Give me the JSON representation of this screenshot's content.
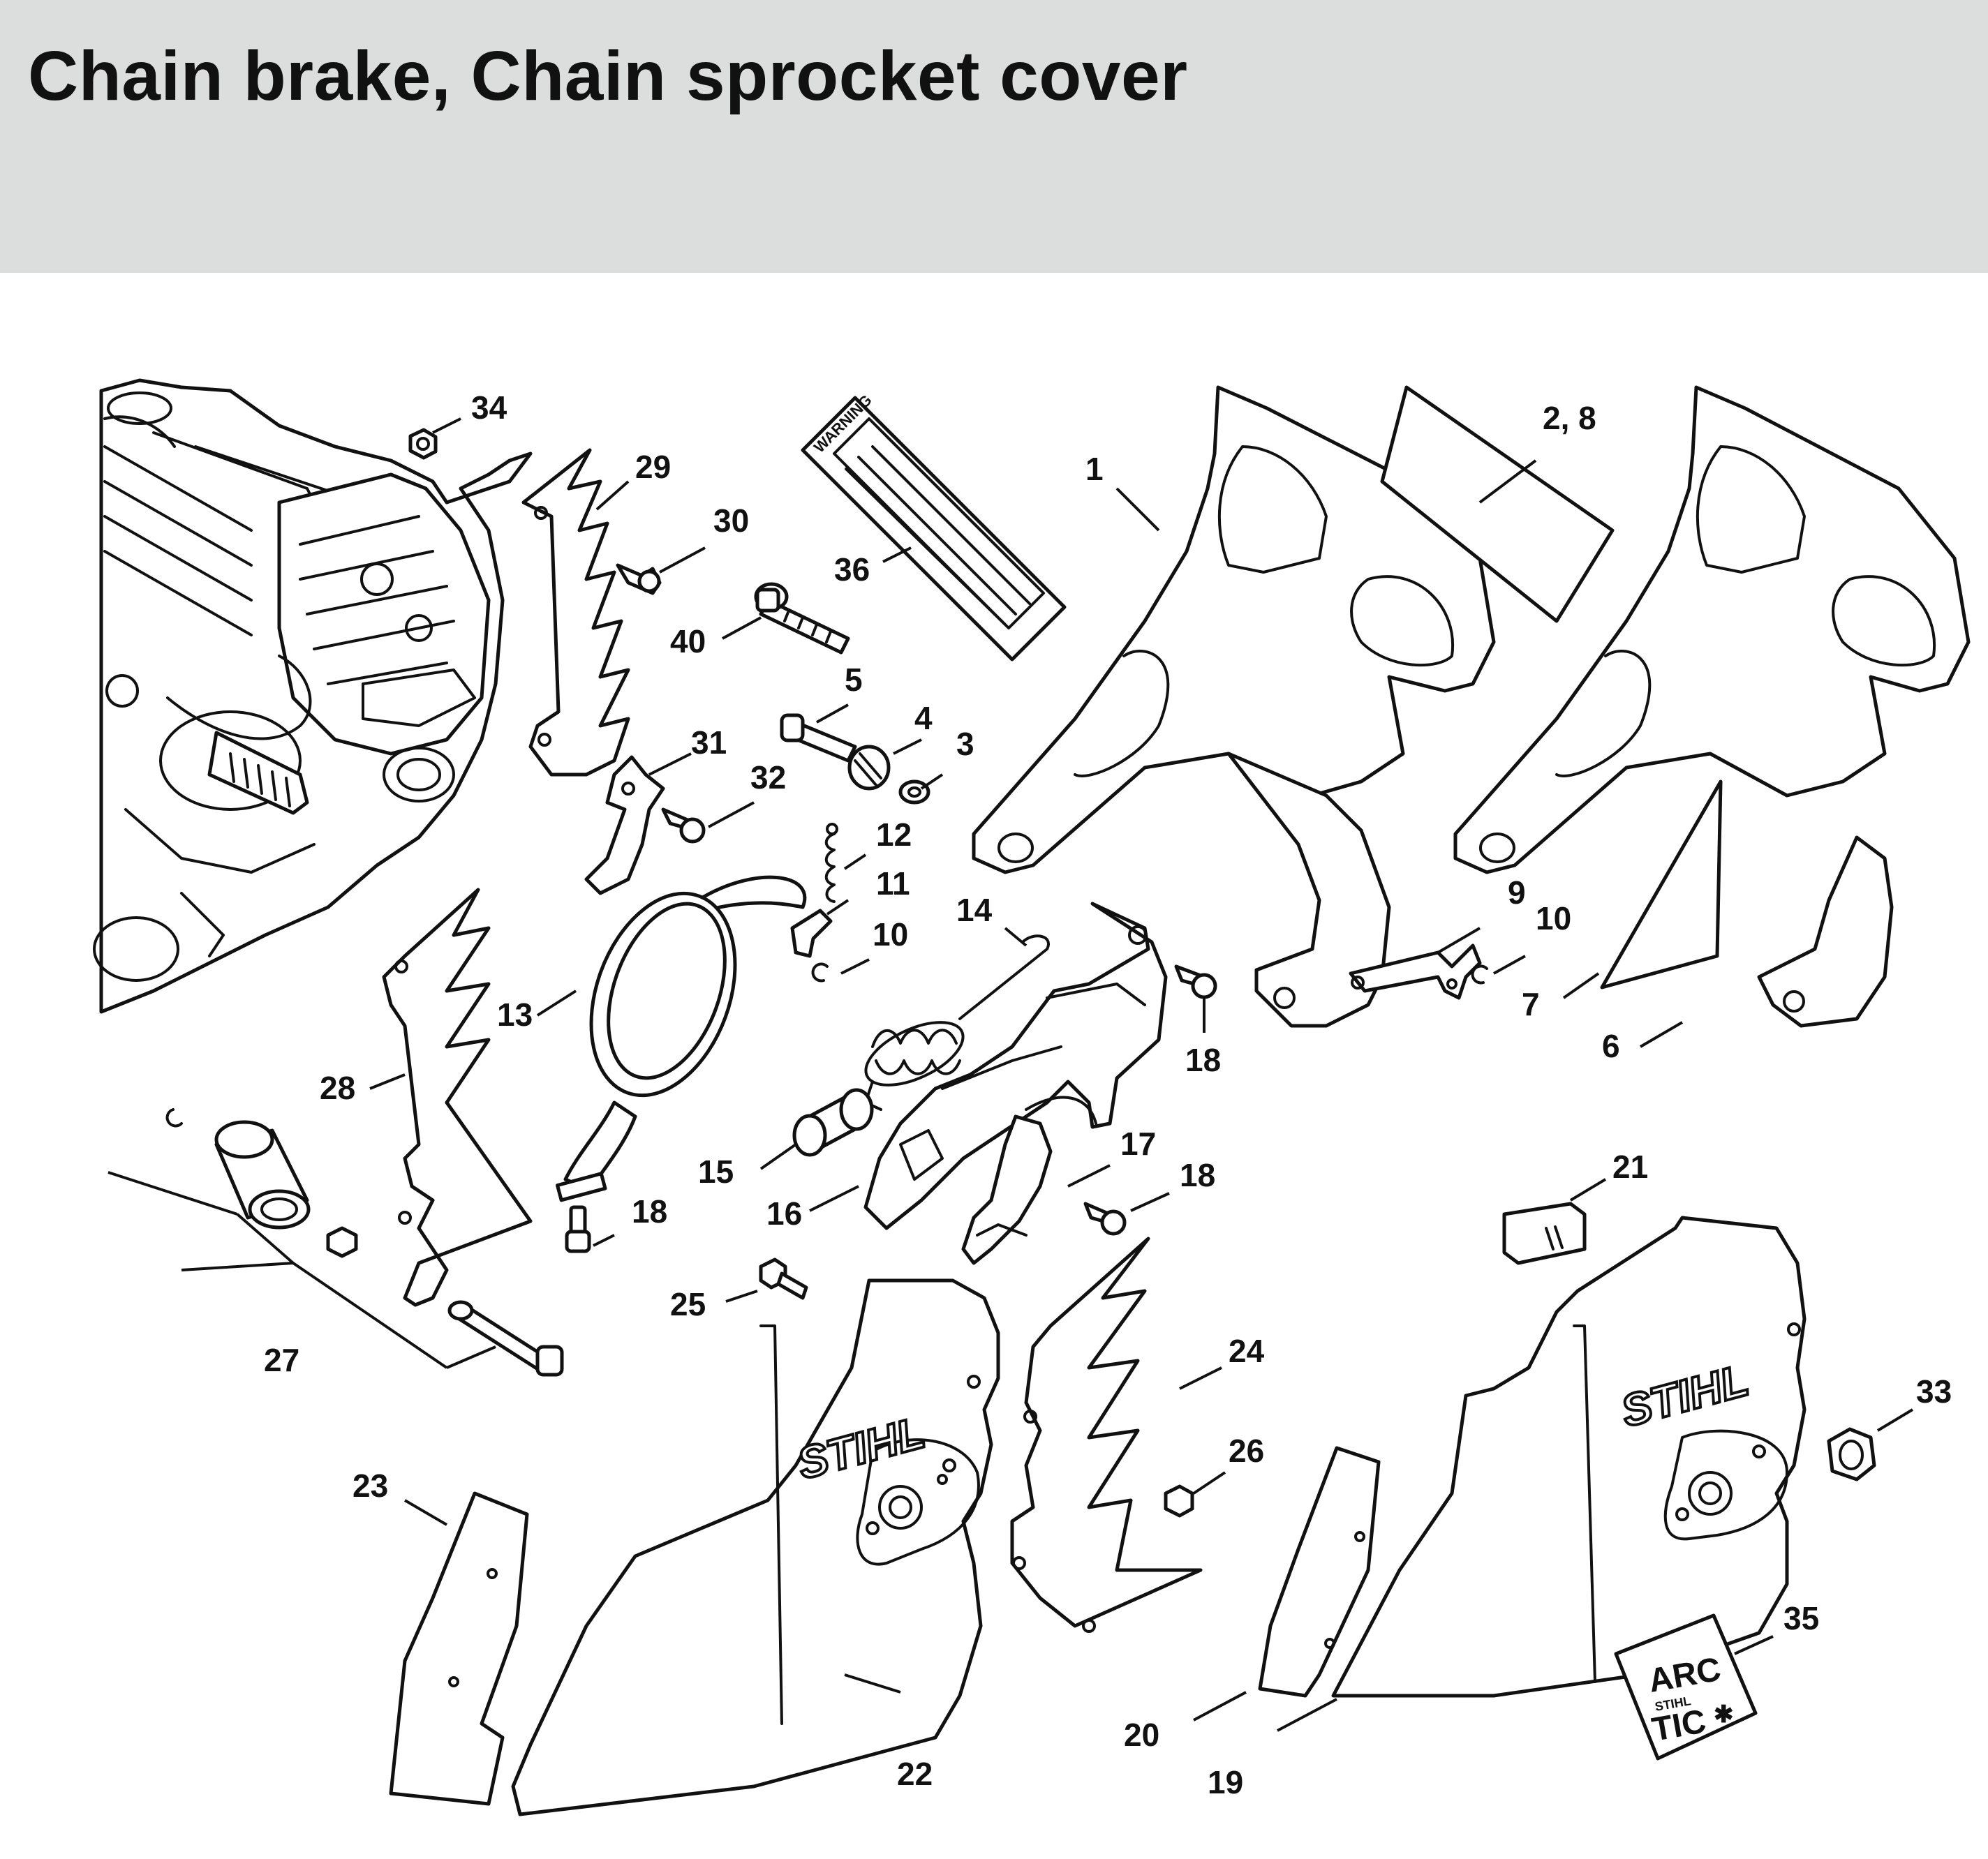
{
  "title": "Chain brake, Chain sprocket cover",
  "warning_label_text": "WARNING",
  "brand_text": "STIHL",
  "arctic_badge": {
    "line1": "ARC",
    "line2": "STIHL",
    "line3": "TIC"
  },
  "callouts": [
    {
      "id": "c1",
      "text": "1"
    },
    {
      "id": "c2",
      "text": "2, 8"
    },
    {
      "id": "c3",
      "text": "3"
    },
    {
      "id": "c4",
      "text": "4"
    },
    {
      "id": "c5",
      "text": "5"
    },
    {
      "id": "c6",
      "text": "6"
    },
    {
      "id": "c7",
      "text": "7"
    },
    {
      "id": "c9",
      "text": "9"
    },
    {
      "id": "c10a",
      "text": "10"
    },
    {
      "id": "c10b",
      "text": "10"
    },
    {
      "id": "c11",
      "text": "11"
    },
    {
      "id": "c12",
      "text": "12"
    },
    {
      "id": "c13",
      "text": "13"
    },
    {
      "id": "c14",
      "text": "14"
    },
    {
      "id": "c15",
      "text": "15"
    },
    {
      "id": "c16",
      "text": "16"
    },
    {
      "id": "c17",
      "text": "17"
    },
    {
      "id": "c18a",
      "text": "18"
    },
    {
      "id": "c18b",
      "text": "18"
    },
    {
      "id": "c18c",
      "text": "18"
    },
    {
      "id": "c19",
      "text": "19"
    },
    {
      "id": "c20",
      "text": "20"
    },
    {
      "id": "c21",
      "text": "21"
    },
    {
      "id": "c22",
      "text": "22"
    },
    {
      "id": "c23",
      "text": "23"
    },
    {
      "id": "c24",
      "text": "24"
    },
    {
      "id": "c25",
      "text": "25"
    },
    {
      "id": "c26",
      "text": "26"
    },
    {
      "id": "c27",
      "text": "27"
    },
    {
      "id": "c28",
      "text": "28"
    },
    {
      "id": "c29",
      "text": "29"
    },
    {
      "id": "c30",
      "text": "30"
    },
    {
      "id": "c31",
      "text": "31"
    },
    {
      "id": "c32",
      "text": "32"
    },
    {
      "id": "c33",
      "text": "33"
    },
    {
      "id": "c34",
      "text": "34"
    },
    {
      "id": "c35",
      "text": "35"
    },
    {
      "id": "c36",
      "text": "36"
    },
    {
      "id": "c40",
      "text": "40"
    }
  ]
}
